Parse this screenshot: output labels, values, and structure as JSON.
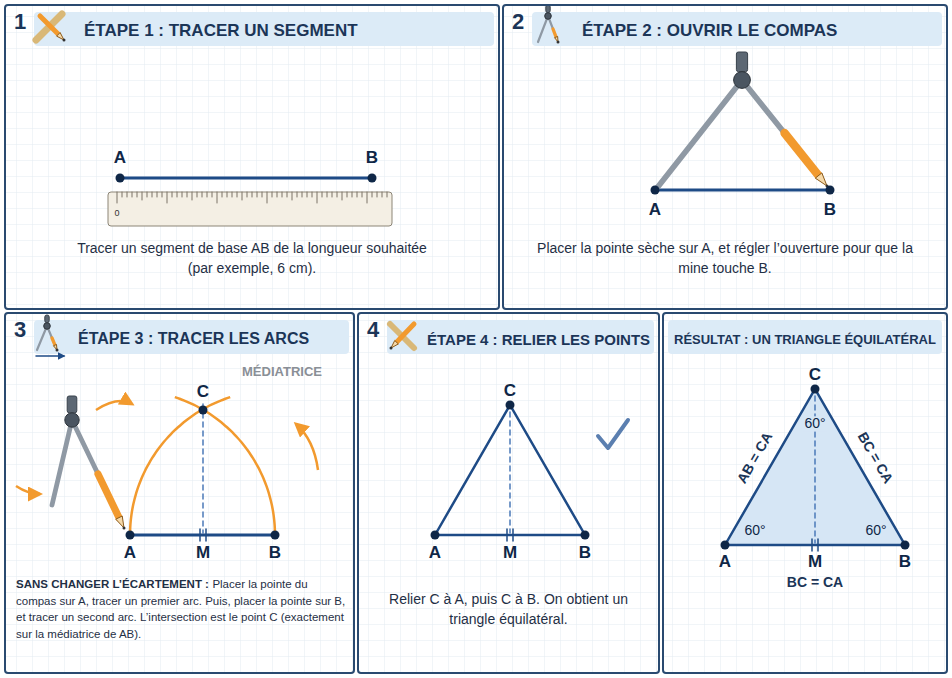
{
  "diagram": {
    "nodes": [
      {
        "text": [
          "1",
          "ÉTAPE 1 : TRACER UN SEGMENT",
          "Tracer un segment de base AB de la longueur souhaitée (par exemple, 6 cm)."
        ]
      },
      {
        "text": [
          "2",
          "ÉTAPE 2 : OUVRIR LE COMPAS",
          "Placer la pointe sèche sur A, et régler l’ouverture pour que la mine touche B."
        ]
      },
      {
        "text": [
          "3",
          "ÉTAPE 3 : TRACER LES ARCS",
          "SANS CHANGER L’ÉCARTEMENT :",
          "Placer la pointe du compas sur A, tracer un premier arc. Puis, placer la pointe sur B, et tracer un second arc. L’intersection est le point C (exactement sur la médiatrice de AB)."
        ]
      },
      {
        "text": [
          "4",
          "ÉTAPE 4 : RELIER LES POINTS",
          "Relier C à A, puis C à B. On obtient un triangle équilatéral."
        ]
      },
      {
        "text": [
          "RÉSULTAT : UN TRIANGLE ÉQUILATÉRAL"
        ]
      }
    ],
    "labels": [
      "A",
      "B",
      "A",
      "B",
      "C",
      "MÉDIATRICE",
      "A",
      "M",
      "B",
      "C",
      "A",
      "M",
      "B",
      "C",
      "60°",
      "AB = CA",
      "BC = CA",
      "60°",
      "60°",
      "A",
      "M",
      "B",
      "BC = CA",
      "0"
    ]
  }
}
